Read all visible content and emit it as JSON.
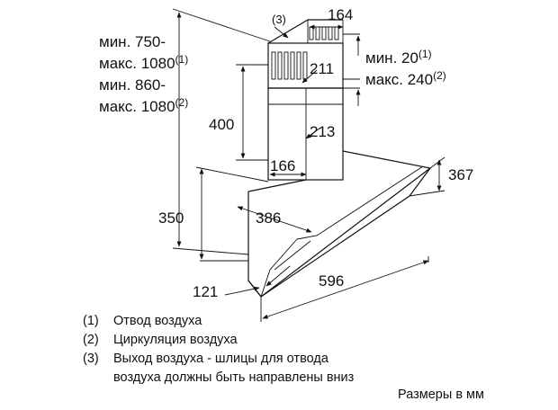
{
  "dimensions": {
    "height_ducted_range": {
      "line1": "мин. 750-",
      "line2_text": "макс. 1080",
      "line2_ref": "(1)"
    },
    "height_recirc_range": {
      "line1": "мин. 860-",
      "line2_text": "макс. 1080",
      "line2_ref": "(2)"
    },
    "chimney_offset_range": {
      "line1_text": "мин. 20",
      "line1_ref": "(1)",
      "line2_text": "макс. 240",
      "line2_ref": "(2)"
    },
    "outlet_marker": "(3)",
    "chimney_width_top": "164",
    "chimney_inner_height": "211",
    "chimney_depth": "213",
    "chimney_width_bottom": "166",
    "chimney_lower_height": "400",
    "hood_height": "367",
    "canopy_height": "350",
    "canopy_depth": "386",
    "hood_width": "596",
    "bottom_depth": "121"
  },
  "legend": [
    {
      "num": "(1)",
      "text": "Отвод воздуха"
    },
    {
      "num": "(2)",
      "text": "Циркуляция воздуха"
    },
    {
      "num": "(3)",
      "text": "Выход воздуха - шлицы для отвода"
    },
    {
      "num": "",
      "text": "воздуха должны быть направлены вниз"
    }
  ],
  "note": "Размеры в мм"
}
